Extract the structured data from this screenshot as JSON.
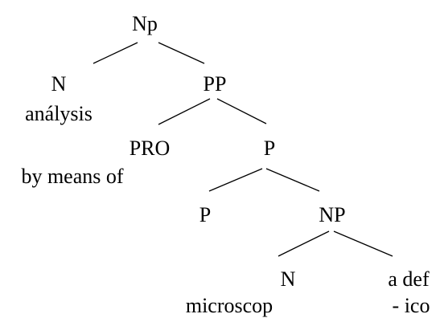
{
  "tree": {
    "root_label": "Np",
    "n1_label": "N",
    "n1_word": "análysis",
    "pp_label": "PP",
    "pro_label": "PRO",
    "pro_word": "by means of",
    "p1_label": "P",
    "p2_label": "P",
    "np_label": "NP",
    "n2_label": "N",
    "n2_word": "microscop",
    "suffix_line1": "a def",
    "suffix_line2": "- ico"
  }
}
